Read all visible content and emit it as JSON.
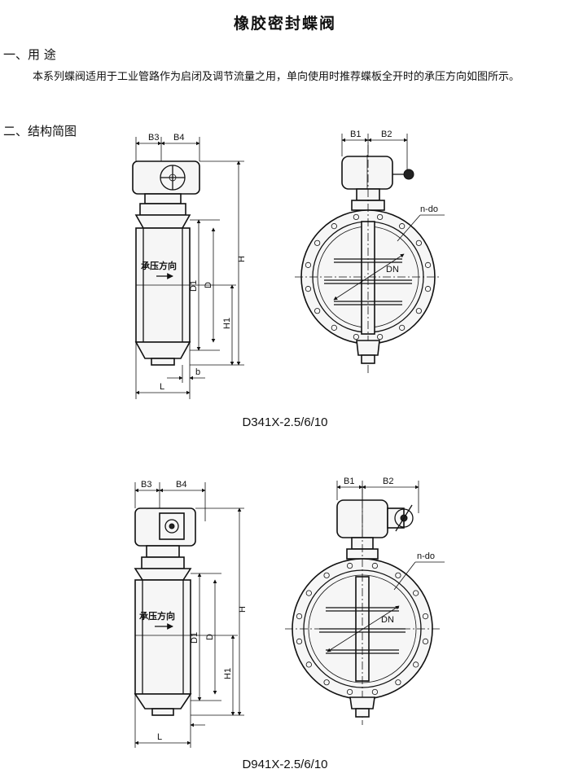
{
  "document": {
    "title": "橡胶密封蝶阀",
    "section1_heading": "一、用 途",
    "section1_text": "本系列蝶阀适用于工业管路作为启闭及调节流量之用，单向使用时推荐蝶板全开时的承压方向如图所示。",
    "section2_heading": "二、结构简图"
  },
  "figures": [
    {
      "caption": "D341X-2.5/6/10",
      "side_labels": {
        "b3": "B3",
        "b4": "B4",
        "h": "H",
        "d1": "D1",
        "d": "D",
        "h1": "H1",
        "b": "b",
        "l": "L",
        "pressure_direction": "承压方向"
      },
      "front_labels": {
        "b1": "B1",
        "b2": "B2",
        "n_do": "n-do",
        "dn": "DN"
      }
    },
    {
      "caption": "D941X-2.5/6/10",
      "side_labels": {
        "b3": "B3",
        "b4": "B4",
        "h": "H",
        "d1": "D1",
        "d": "D",
        "h1": "H1",
        "l": "L",
        "pressure_direction": "承压方向"
      },
      "front_labels": {
        "b1": "B1",
        "b2": "B2",
        "n_do": "n-do",
        "dn": "DN"
      }
    }
  ]
}
